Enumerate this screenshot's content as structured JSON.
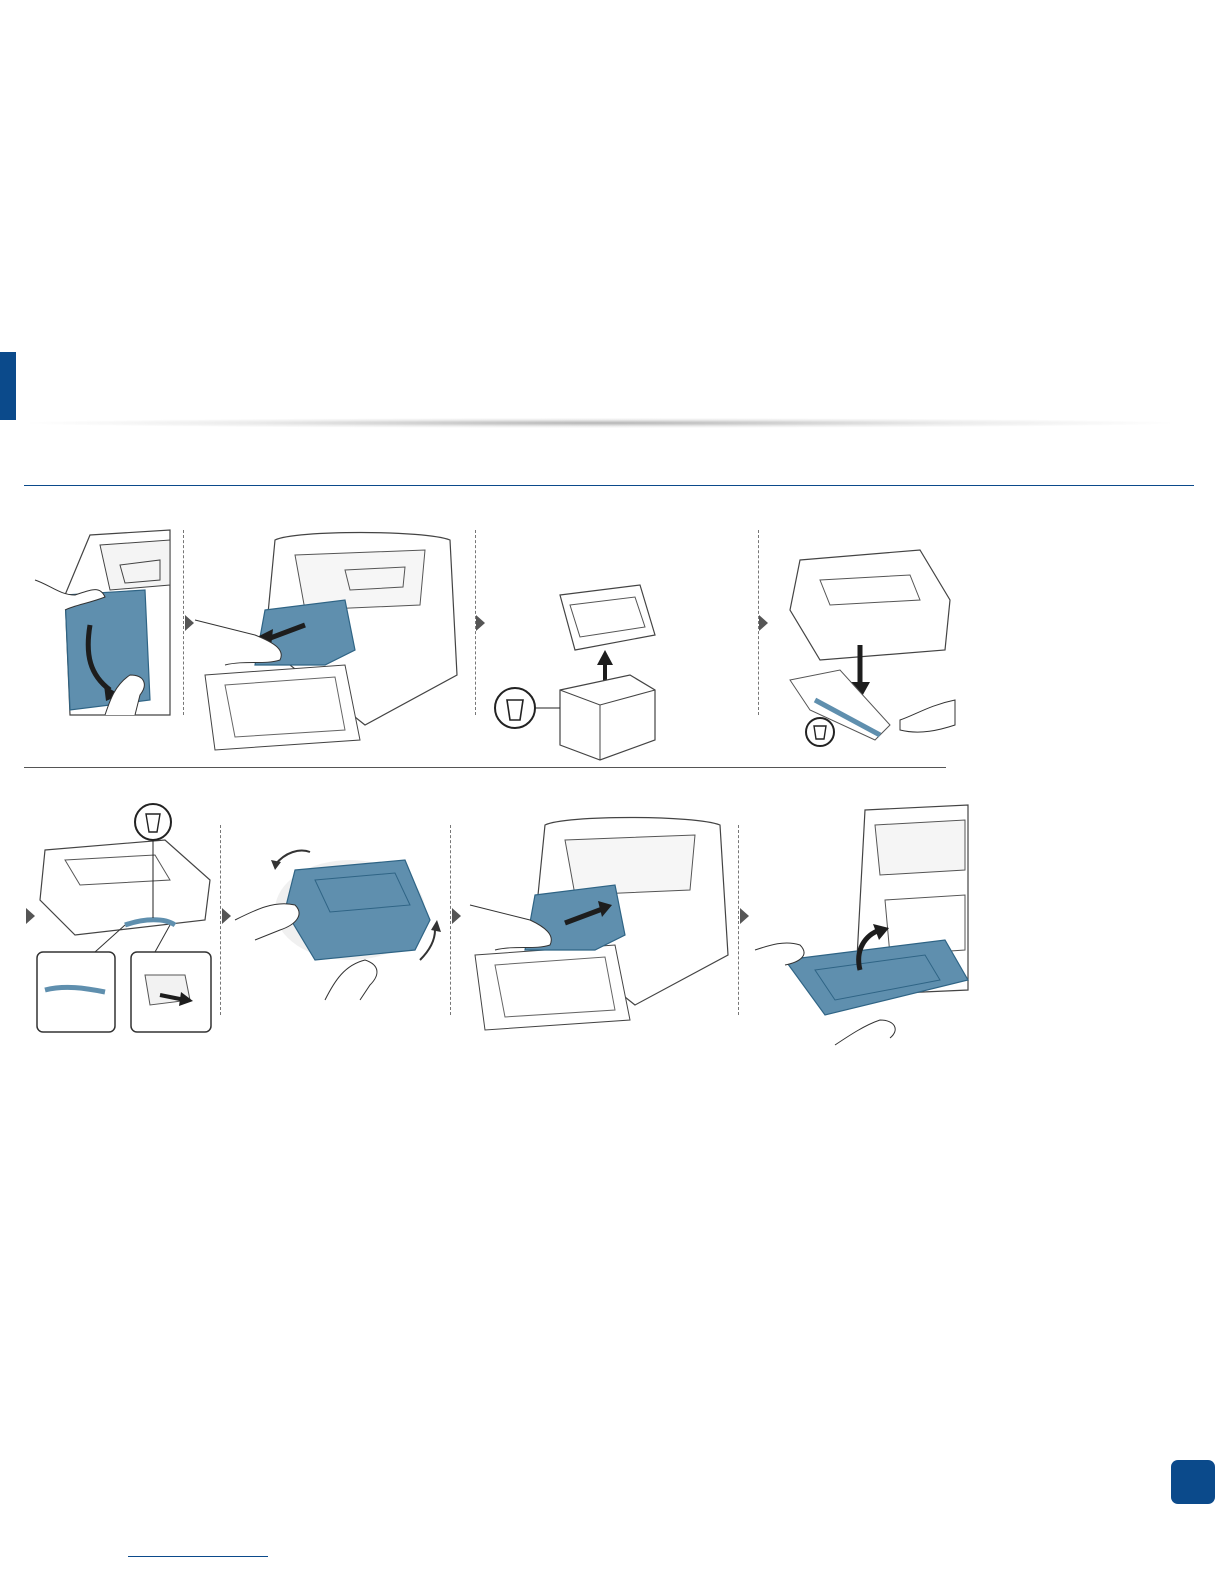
{
  "colors": {
    "brand": "#0b4a8b",
    "toner_fill": "#5f8fae",
    "toner_dark": "#2f6485",
    "outline": "#444444",
    "arrow": "#555555"
  },
  "steps": [
    {
      "icon": "open-front-cover-illustration"
    },
    {
      "icon": "pull-out-toner-cartridge-illustration"
    },
    {
      "icon": "unpack-new-cartridge-illustration"
    },
    {
      "icon": "remove-packing-sheet-illustration"
    },
    {
      "icon": "pull-sealing-tape-illustration"
    },
    {
      "icon": "shake-cartridge-illustration"
    },
    {
      "icon": "insert-cartridge-illustration"
    },
    {
      "icon": "close-front-cover-illustration"
    }
  ],
  "icons": {
    "recycle": "recycle-bin-icon",
    "step_arrow": "next-step-arrow-icon"
  }
}
